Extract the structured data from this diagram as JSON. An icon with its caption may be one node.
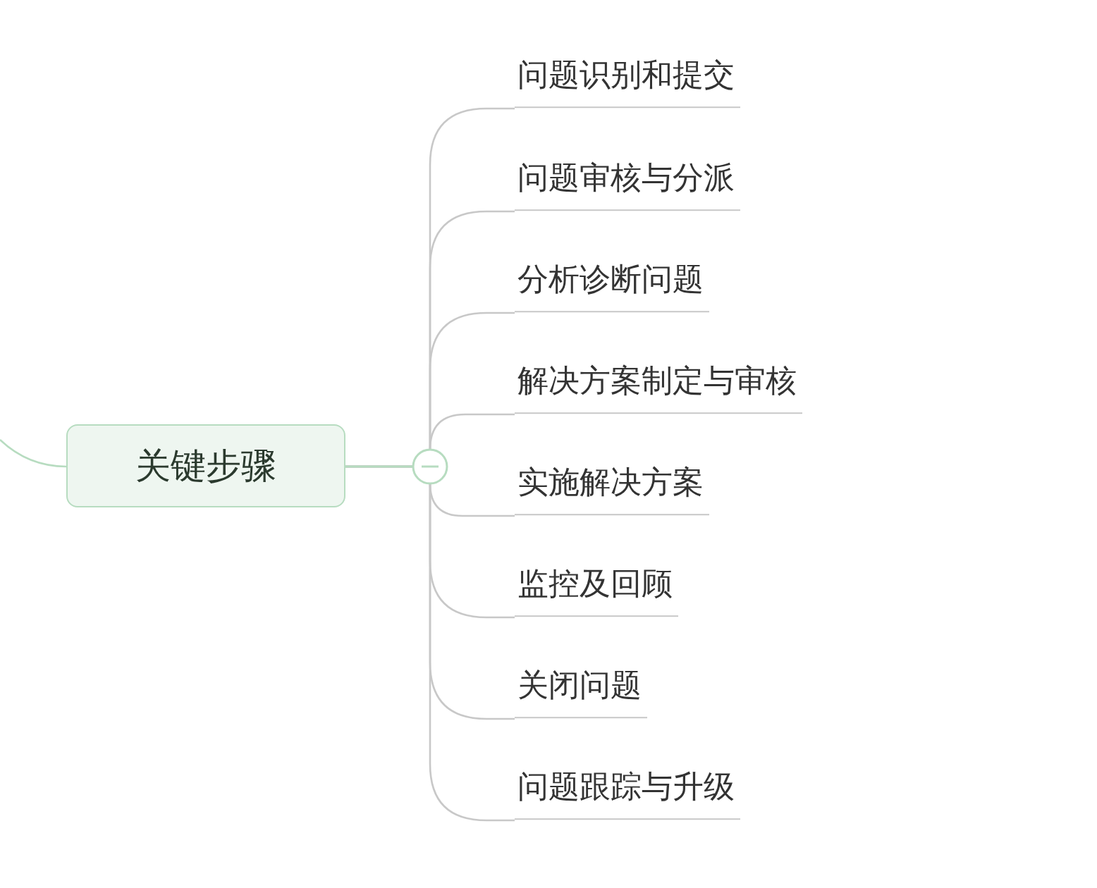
{
  "diagram": {
    "nodes": [
      {
        "text": [
          "关键步骤"
        ]
      },
      {
        "text": [
          "问题识别和提交"
        ]
      },
      {
        "text": [
          "问题审核与分派"
        ]
      },
      {
        "text": [
          "分析诊断问题"
        ]
      },
      {
        "text": [
          "解决方案制定与审核"
        ]
      },
      {
        "text": [
          "实施解决方案"
        ]
      },
      {
        "text": [
          "监控及回顾"
        ]
      },
      {
        "text": [
          "关闭问题"
        ]
      },
      {
        "text": [
          "问题跟踪与升级"
        ]
      }
    ],
    "edges": [
      {
        "from": null,
        "to": 0,
        "arrow": "none",
        "color": "#b7dcc0"
      },
      {
        "from": 0,
        "to": 1,
        "arrow": "none"
      },
      {
        "from": 0,
        "to": 2,
        "arrow": "none"
      },
      {
        "from": 0,
        "to": 3,
        "arrow": "none"
      },
      {
        "from": 0,
        "to": 4,
        "arrow": "none"
      },
      {
        "from": 0,
        "to": 5,
        "arrow": "none"
      },
      {
        "from": 0,
        "to": 6,
        "arrow": "none"
      },
      {
        "from": 0,
        "to": 7,
        "arrow": "none"
      },
      {
        "from": 0,
        "to": 8,
        "arrow": "none"
      }
    ]
  }
}
